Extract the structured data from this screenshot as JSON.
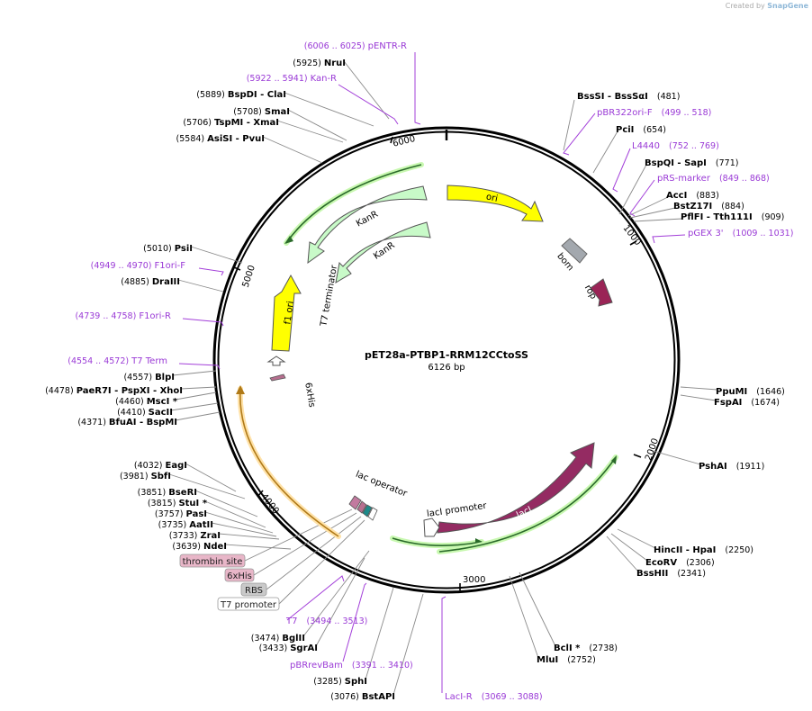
{
  "credit": {
    "prefix": "Created by",
    "brand": "SnapGene"
  },
  "plasmid": {
    "name": "pET28a-PTBP1-RRM12CCtoSS",
    "size_label": "6126 bp",
    "length": 6126
  },
  "ticks": [
    "1000",
    "2000",
    "3000",
    "4000",
    "5000",
    "6000"
  ],
  "features": [
    {
      "id": "ori",
      "label": "ori",
      "color": "#ffff00"
    },
    {
      "id": "bom",
      "label": "bom",
      "color": "#a3a8ae"
    },
    {
      "id": "rop",
      "label": "rop",
      "color": "#9a2456"
    },
    {
      "id": "kanr1",
      "label": "KanR",
      "color": "#c8fac8"
    },
    {
      "id": "kanr2",
      "label": "KanR",
      "color": "#c8fac8"
    },
    {
      "id": "f1ori",
      "label": "f1 ori",
      "color": "#ffff00"
    },
    {
      "id": "t7term",
      "label": "T7 terminator",
      "color": "#ffffff"
    },
    {
      "id": "his1",
      "label": "6xHis",
      "color": "#b66f8f"
    },
    {
      "id": "laci",
      "label": "lacI",
      "color": "#942b62"
    },
    {
      "id": "laciprom",
      "label": "lacI promoter",
      "color": "#ffffff"
    },
    {
      "id": "lacop",
      "label": "lac operator",
      "color": "#c27a9f"
    }
  ],
  "sites_right": [
    {
      "pos": "(481)",
      "name": "BssSI  -  BssSαI"
    },
    {
      "pos": "(654)",
      "name": "PciI"
    },
    {
      "pos": "(771)",
      "name": "BspQI  -  SapI"
    },
    {
      "pos": "(883)",
      "name": "AccI"
    },
    {
      "pos": "(884)",
      "name": "BstZ17I"
    },
    {
      "pos": "(909)",
      "name": "PflFI  -  Tth111I"
    },
    {
      "pos": "(1646)",
      "name": "PpuMI"
    },
    {
      "pos": "(1674)",
      "name": "FspAI"
    },
    {
      "pos": "(1911)",
      "name": "PshAI"
    },
    {
      "pos": "(2250)",
      "name": "HincII  -  HpaI"
    },
    {
      "pos": "(2306)",
      "name": "EcoRV"
    },
    {
      "pos": "(2341)",
      "name": "BssHII"
    },
    {
      "pos": "(2738)",
      "name": "BclI *"
    },
    {
      "pos": "(2752)",
      "name": "MluI"
    }
  ],
  "sites_left": [
    {
      "pos": "(5925)",
      "name": "NruI"
    },
    {
      "pos": "(5889)",
      "name": "BspDI  -  ClaI"
    },
    {
      "pos": "(5708)",
      "name": "SmaI"
    },
    {
      "pos": "(5706)",
      "name": "TspMI  -  XmaI"
    },
    {
      "pos": "(5584)",
      "name": "AsiSI  -  PvuI"
    },
    {
      "pos": "(5010)",
      "name": "PsiI"
    },
    {
      "pos": "(4885)",
      "name": "DraIII"
    },
    {
      "pos": "(4557)",
      "name": "BlpI"
    },
    {
      "pos": "(4478)",
      "name": "PaeR7I  -  PspXI  -  XhoI"
    },
    {
      "pos": "(4460)",
      "name": "MscI *"
    },
    {
      "pos": "(4410)",
      "name": "SacII"
    },
    {
      "pos": "(4371)",
      "name": "BfuAI  -  BspMI"
    },
    {
      "pos": "(4032)",
      "name": "EagI"
    },
    {
      "pos": "(3981)",
      "name": "SbfI"
    },
    {
      "pos": "(3851)",
      "name": "BseRI"
    },
    {
      "pos": "(3815)",
      "name": "StuI *"
    },
    {
      "pos": "(3757)",
      "name": "PasI"
    },
    {
      "pos": "(3735)",
      "name": "AatII"
    },
    {
      "pos": "(3733)",
      "name": "ZraI"
    },
    {
      "pos": "(3639)",
      "name": "NdeI"
    },
    {
      "pos": "(3474)",
      "name": "BglII"
    },
    {
      "pos": "(3433)",
      "name": "SgrAI"
    },
    {
      "pos": "(3285)",
      "name": "SphI"
    },
    {
      "pos": "(3076)",
      "name": "BstAPI"
    }
  ],
  "primers": [
    {
      "name": "pENTR-R",
      "range": "(6006 .. 6025)"
    },
    {
      "name": "Kan-R",
      "range": "(5922 .. 5941)"
    },
    {
      "name": "pBR322ori-F",
      "range": "(499 .. 518)"
    },
    {
      "name": "L4440",
      "range": "(752 .. 769)"
    },
    {
      "name": "pRS-marker",
      "range": "(849 .. 868)"
    },
    {
      "name": "pGEX 3'",
      "range": "(1009 .. 1031)"
    },
    {
      "name": "F1ori-F",
      "range": "(4949 .. 4970)"
    },
    {
      "name": "F1ori-R",
      "range": "(4739 .. 4758)"
    },
    {
      "name": "T7 Term",
      "range": "(4554 .. 4572)"
    },
    {
      "name": "T7",
      "range": "(3494 .. 3513)"
    },
    {
      "name": "pBRrevBam",
      "range": "(3391 .. 3410)"
    },
    {
      "name": "LacI-R",
      "range": "(3069 .. 3088)"
    }
  ],
  "legend_boxes": [
    {
      "label": "thrombin site",
      "color": "#e8b6c8"
    },
    {
      "label": "6xHis",
      "color": "#e8b6c8"
    },
    {
      "label": "RBS",
      "color": "#c9c9c9"
    },
    {
      "label": "T7 promoter",
      "color": "#ffffff"
    }
  ]
}
